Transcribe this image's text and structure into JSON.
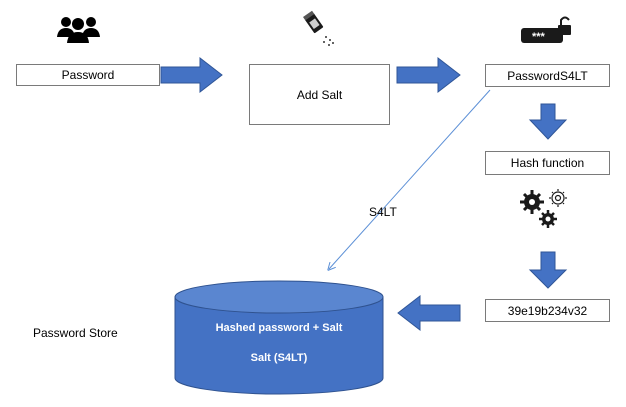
{
  "steps": {
    "password": "Password",
    "add_salt": "Add Salt",
    "salted_password": "PasswordS4LT",
    "hash_function": "Hash function",
    "hash_output": "39e19b234v32"
  },
  "connector_label": "S4LT",
  "store": {
    "label": "Password Store",
    "line1": "Hashed password + Salt",
    "line2": "Salt (S4LT)"
  },
  "icons": {
    "users": "users-icon",
    "salt": "salt-shaker-icon",
    "password": "password-lock-icon",
    "gears": "gears-icon"
  },
  "colors": {
    "arrow": "#4472c4",
    "arrow_stroke": "#2f5597",
    "cylinder_fill": "#4472c4",
    "cylinder_stroke": "#2f528f",
    "connector": "#5b8fd6"
  }
}
